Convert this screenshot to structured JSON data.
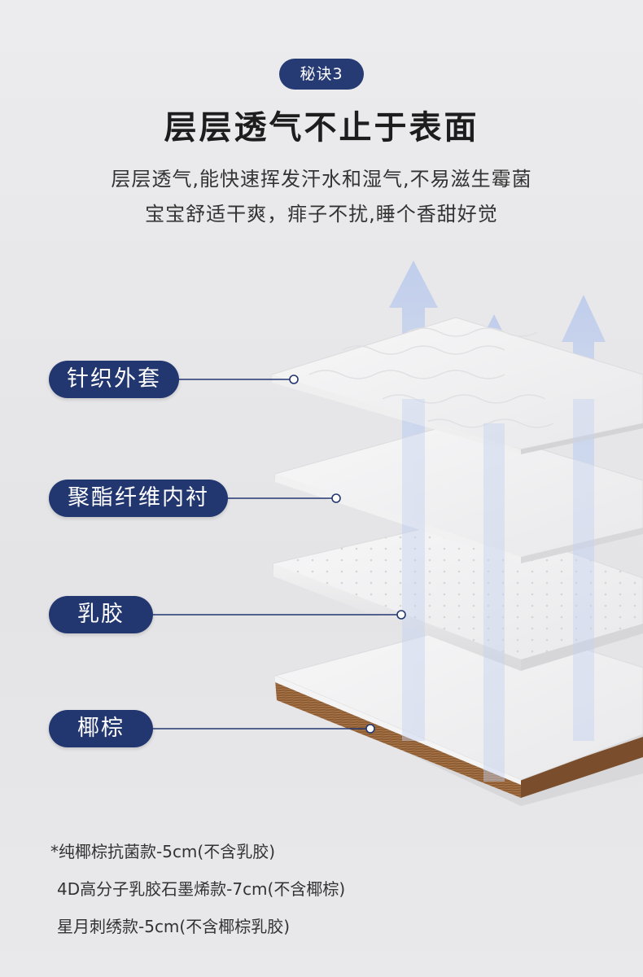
{
  "header": {
    "badge": "秘诀3",
    "title": "层层透气不止于表面",
    "subtitle_line1": "层层透气,能快速挥发汗水和湿气,不易滋生霉菌",
    "subtitle_line2": "宝宝舒适干爽，痱子不扰,睡个香甜好觉"
  },
  "layers": [
    {
      "label": "针织外套"
    },
    {
      "label": "聚酯纤维内衬"
    },
    {
      "label": "乳胶"
    },
    {
      "label": "椰棕"
    }
  ],
  "notes": [
    "*纯椰棕抗菌款-5cm(不含乳胶)",
    "4D高分子乳胶石墨烯款-7cm(不含椰棕)",
    "星月刺绣款-5cm(不含椰棕乳胶)"
  ],
  "colors": {
    "accent": "#223670",
    "background": "#e6e6e8",
    "coir": "#8a5a32"
  }
}
